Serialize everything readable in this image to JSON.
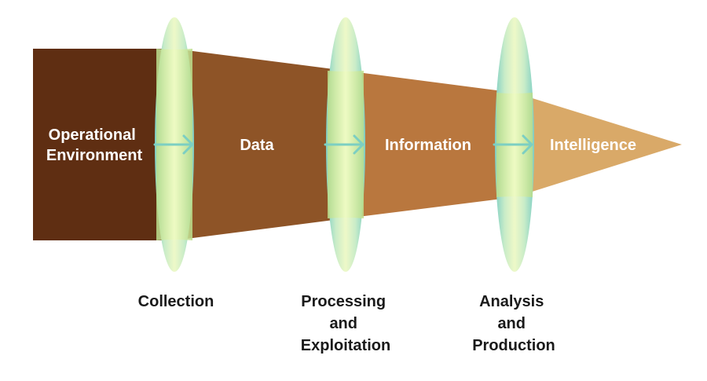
{
  "stages": [
    {
      "label_lines": [
        "Operational",
        "Environment"
      ]
    },
    {
      "label_lines": [
        "Data"
      ]
    },
    {
      "label_lines": [
        "Information"
      ]
    },
    {
      "label_lines": [
        "Intelligence"
      ]
    }
  ],
  "processes": [
    {
      "label_lines": [
        "Collection"
      ]
    },
    {
      "label_lines": [
        "Processing",
        "and",
        "Exploitation"
      ]
    },
    {
      "label_lines": [
        "Analysis",
        "and",
        "Production"
      ]
    }
  ],
  "colors": {
    "operational_environment": "#5f2e12",
    "data": "#8e5427",
    "information": "#b9773e",
    "intelligence": "#d9a968",
    "lens_edge": "#8fd6cc",
    "lens_center": "#e4f6c2",
    "arrow": "#7ccfc2"
  }
}
